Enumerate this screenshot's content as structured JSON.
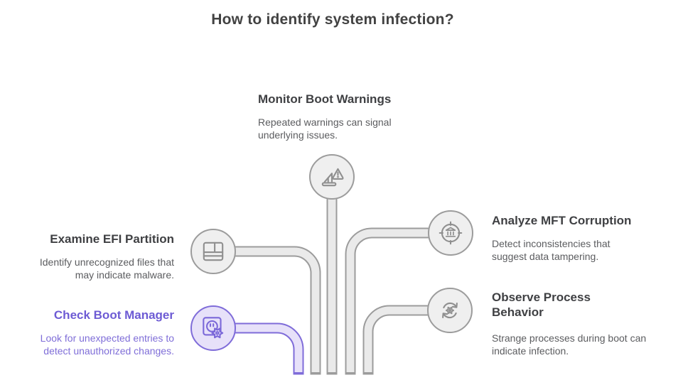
{
  "title": "How to identify system infection?",
  "sections": {
    "monitor": {
      "heading": "Monitor Boot Warnings",
      "body": [
        "Repeated warnings can signal",
        "underlying issues."
      ],
      "icon": "boot-warning-icon"
    },
    "examine": {
      "heading": "Examine EFI Partition",
      "body": [
        "Identify unrecognized files that",
        "may indicate malware."
      ],
      "icon": "disk-partition-icon"
    },
    "check": {
      "heading": "Check Boot Manager",
      "body": [
        "Look for unexpected entries to",
        "detect unauthorized changes."
      ],
      "icon": "boot-manager-gear-icon",
      "accent": true
    },
    "analyze": {
      "heading": "Analyze MFT Corruption",
      "body": [
        "Detect inconsistencies that",
        "suggest data tampering."
      ],
      "icon": "mft-target-icon"
    },
    "observe": {
      "heading": "Observe Process Behavior",
      "body": [
        "Strange processes during boot can",
        "indicate infection."
      ],
      "icon": "process-cycle-icon"
    }
  },
  "colors": {
    "title_text": "#424242",
    "heading_text": "#3F4043",
    "body_text": "#5B5C5F",
    "accent_purple": "#6D5BD4",
    "accent_purple_body": "#7F6ED8",
    "accent_purple_fill": "#E7E1F9",
    "pipe_stroke": "#9C9C9C",
    "pipe_fill": "#EAEAEA",
    "node_fill": "#EFEFEF",
    "icon_gray": "#8F8F8F"
  }
}
